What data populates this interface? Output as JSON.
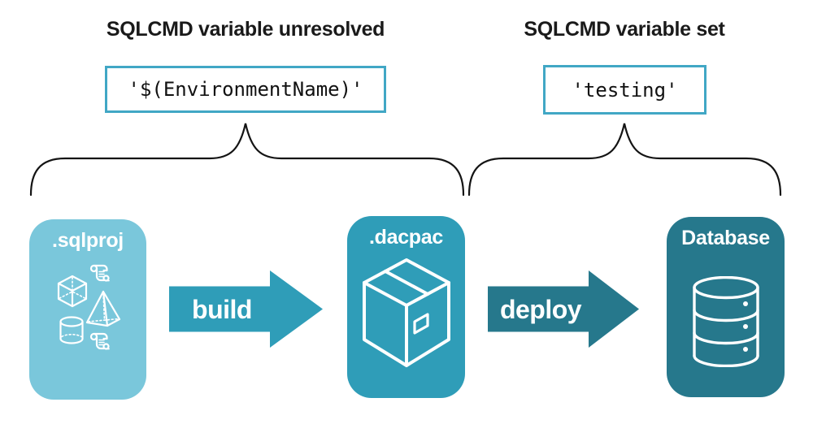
{
  "annotations": {
    "left": {
      "heading": "SQLCMD variable unresolved",
      "code": "'$(EnvironmentName)'"
    },
    "right": {
      "heading": "SQLCMD variable set",
      "code": "'testing'"
    }
  },
  "nodes": {
    "sqlproj": {
      "label": ".sqlproj",
      "color": "#7ac7db",
      "icon": "sql-objects-icon"
    },
    "dacpac": {
      "label": ".dacpac",
      "color": "#2f9db8",
      "icon": "package-box-icon"
    },
    "database": {
      "label": "Database",
      "color": "#26788c",
      "icon": "database-cylinder-icon"
    }
  },
  "arrows": {
    "build": {
      "label": "build",
      "color": "#2f9db8"
    },
    "deploy": {
      "label": "deploy",
      "color": "#26788c"
    }
  },
  "colors": {
    "code_box_border": "#41a7c5",
    "brace": "#141414",
    "heading_text": "#1a1a1a",
    "icon_stroke": "#ffffff",
    "background": "#ffffff"
  }
}
